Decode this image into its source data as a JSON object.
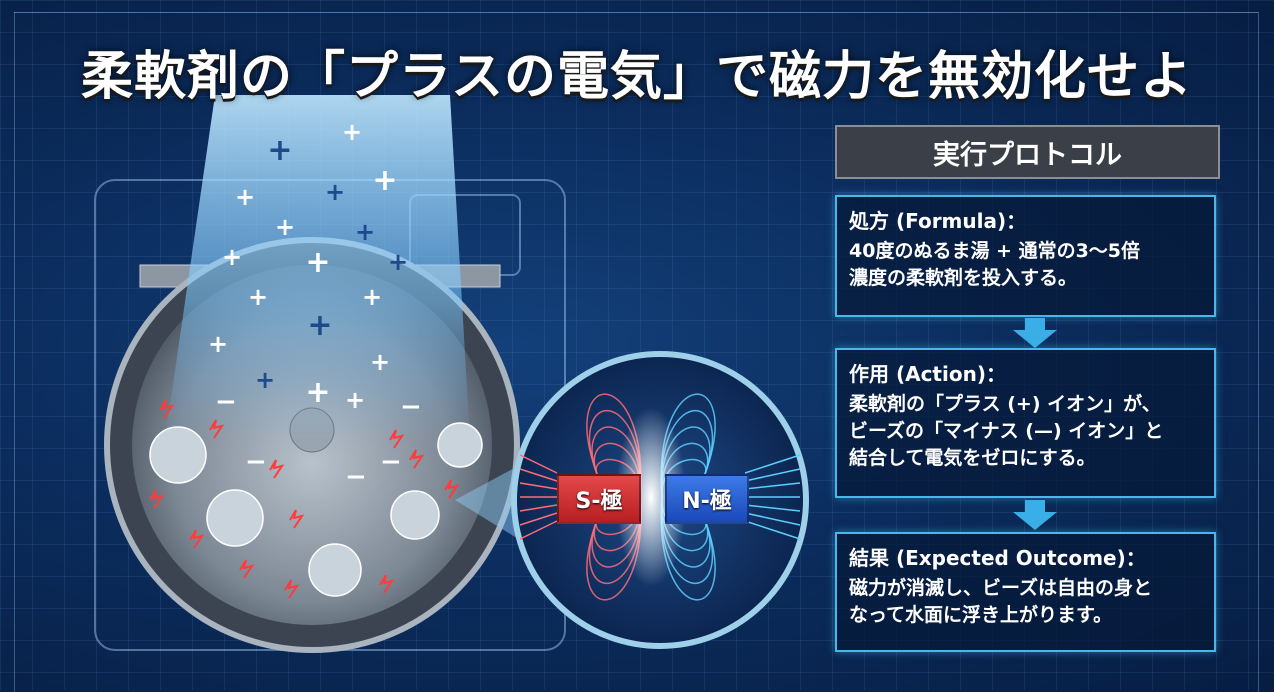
{
  "title": "柔軟剤の「プラスの電気」で磁力を無効化せよ",
  "diagram": {
    "s_pole_label": "S-極",
    "n_pole_label": "N-極",
    "colors": {
      "s_pole": "#d4353a",
      "n_pole": "#2a62d4",
      "accent": "#49b7ea"
    }
  },
  "protocol": {
    "header": "実行プロトコル",
    "steps": [
      {
        "heading": "処方 (Formula)：",
        "lines": [
          "40度のぬるま湯 + 通常の3〜5倍",
          "濃度の柔軟剤を投入する。"
        ]
      },
      {
        "heading": "作用 (Action)：",
        "lines": [
          "柔軟剤の「プラス (+) イオン」が、",
          "ビーズの「マイナス (—) イオン」と",
          "結合して電気をゼロにする。"
        ]
      },
      {
        "heading": "結果 (Expected Outcome)：",
        "lines": [
          "磁力が消滅し、ビーズは自由の身と",
          "なって水面に浮き上がります。"
        ]
      }
    ]
  }
}
